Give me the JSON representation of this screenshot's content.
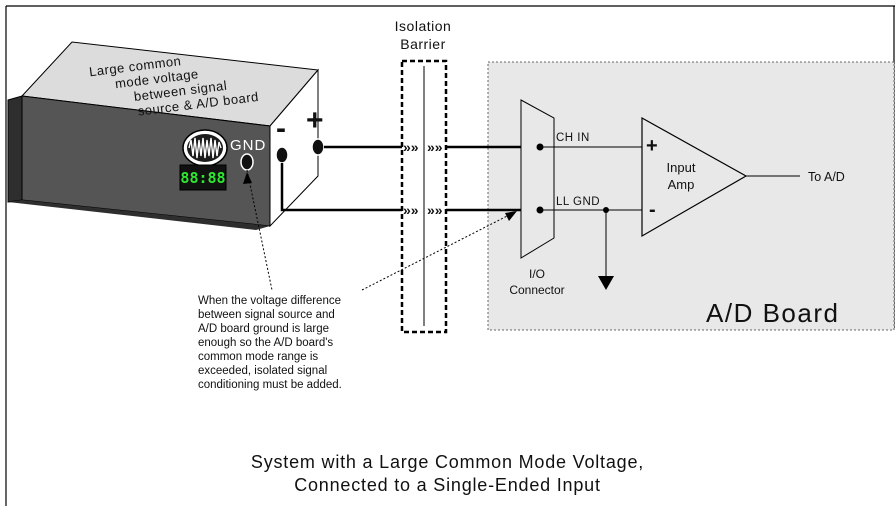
{
  "barrier": {
    "line1": "Isolation",
    "line2": "Barrier"
  },
  "source": {
    "label_lines": [
      "Large common",
      "mode voltage",
      "between signal",
      "source &  A/D board"
    ],
    "gnd_label": "GND",
    "minus_label": "-",
    "plus_label": "+",
    "display_value": "88:88"
  },
  "board": {
    "title": "A/D Board",
    "ch_in_label": "CH  IN",
    "ll_gnd_label": "LL GND",
    "connector_line1": "I/O",
    "connector_line2": "Connector",
    "amp_line1": "Input",
    "amp_line2": "Amp",
    "amp_plus": "+",
    "amp_minus": "-",
    "output_label": "To A/D"
  },
  "note_lines": [
    "When the voltage difference",
    "between signal source and",
    "A/D board ground is large",
    "enough so the A/D board's",
    "common mode range is",
    "exceeded, isolated signal",
    "conditioning must be added."
  ],
  "caption": {
    "line1": "System with a Large Common Mode Voltage,",
    "line2": "Connected to a Single-Ended Input"
  },
  "colors": {
    "board_fill": "#e8e8e8",
    "box_top": "#dcdcdc",
    "box_front": "#555555",
    "box_side": "#2e2e2e",
    "display_green": "#2ee830",
    "line": "#000000"
  }
}
